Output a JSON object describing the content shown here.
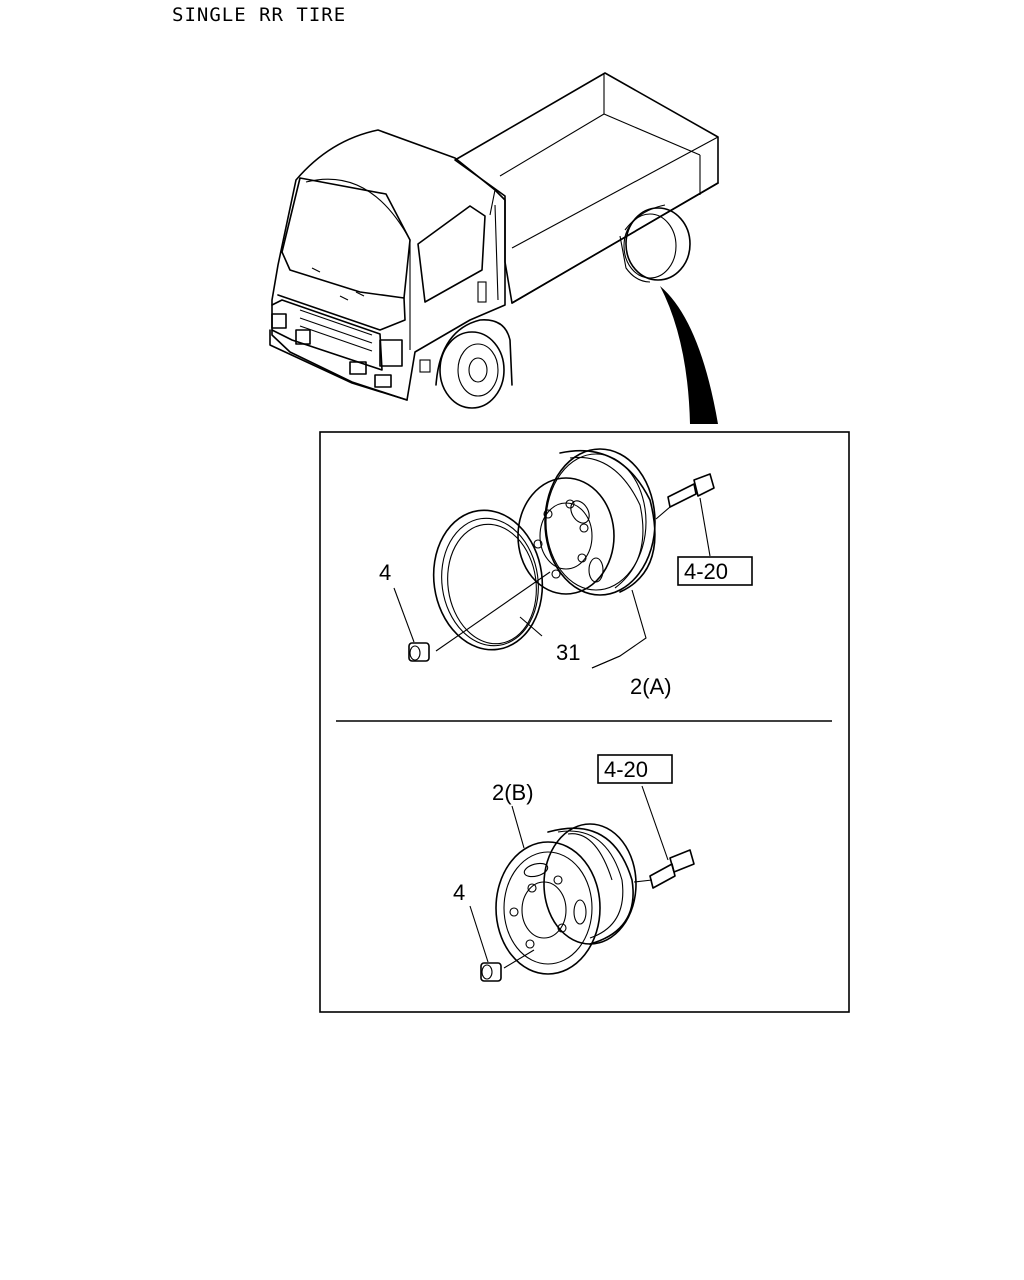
{
  "title": "SINGLE RR TIRE",
  "panel_a": {
    "callouts": {
      "nut": "4",
      "ring": "31",
      "wheel": "2(A)",
      "bolt_ref": "4-20"
    }
  },
  "panel_b": {
    "callouts": {
      "nut": "4",
      "wheel": "2(B)",
      "bolt_ref": "4-20"
    }
  }
}
